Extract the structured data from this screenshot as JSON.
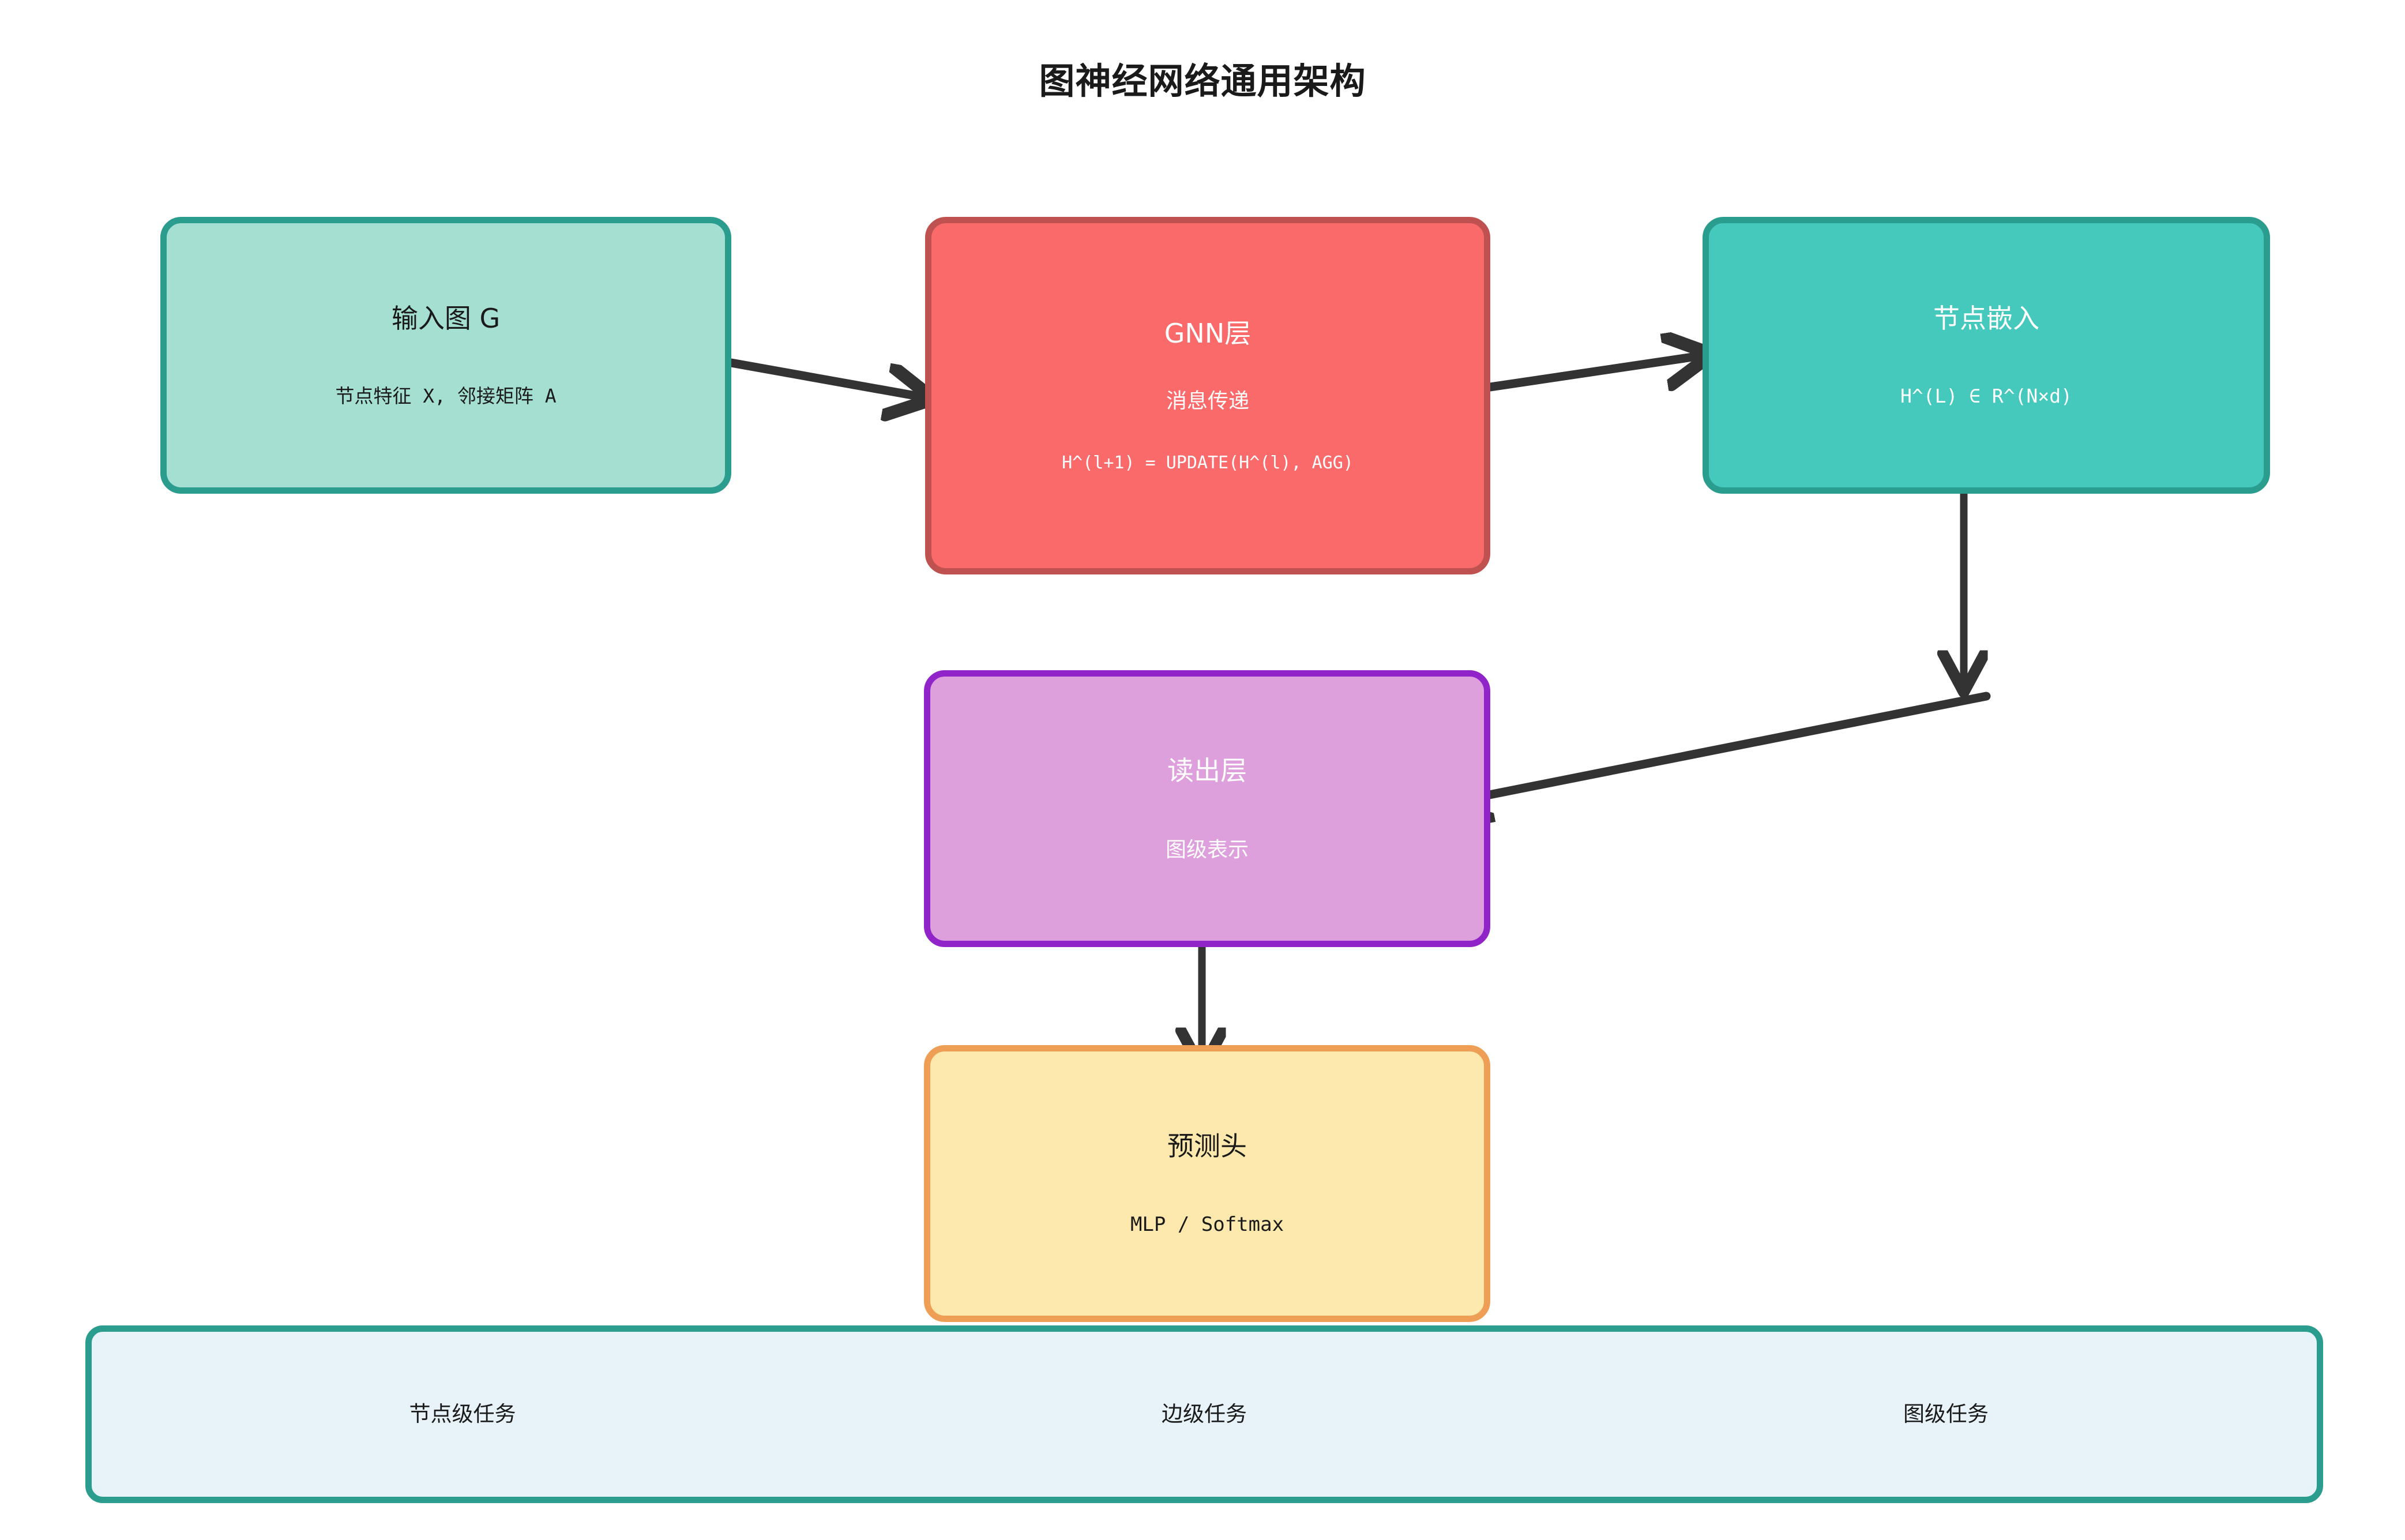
{
  "title": "图神经网络通用架构",
  "nodes": {
    "input": {
      "label": "输入图 G",
      "sub": "节点特征 X, 邻接矩阵 A",
      "fill": "#a5dfd2",
      "stroke": "#2a9d8f"
    },
    "gnn": {
      "label": "GNN层",
      "sub": "消息传递",
      "formula": "H^(l+1) = UPDATE(H^(l), AGG)",
      "fill": "#fa6a6a",
      "stroke": "#bf5250"
    },
    "embedding": {
      "label": "节点嵌入",
      "formula": "H^(L) ∈ R^(N×d)",
      "fill": "#45c9bd",
      "stroke": "#2a9d8f"
    },
    "readout": {
      "label": "读出层",
      "sub": "图级表示",
      "fill": "#dda0dd",
      "stroke": "#9124c9"
    },
    "head": {
      "label": "预测头",
      "formula": "MLP / Softmax",
      "fill": "#fde9ad",
      "stroke": "#ef9f55"
    }
  },
  "task_bar": {
    "fill": "#e7f3f8",
    "stroke": "#2a9d8f",
    "items": [
      {
        "label": "节点级任务"
      },
      {
        "label": "边级任务"
      },
      {
        "label": "图级任务"
      }
    ]
  },
  "edges": [
    {
      "from": "input",
      "to": "gnn",
      "style": "solid-arrow"
    },
    {
      "from": "gnn",
      "to": "embedding",
      "style": "solid-arrow"
    },
    {
      "from": "embedding",
      "to": "down",
      "style": "solid-arrow"
    },
    {
      "from": "down",
      "to": "readout",
      "style": "solid-arrow"
    },
    {
      "from": "readout",
      "to": "head",
      "style": "solid-arrow"
    }
  ],
  "edge_color": "#333333"
}
